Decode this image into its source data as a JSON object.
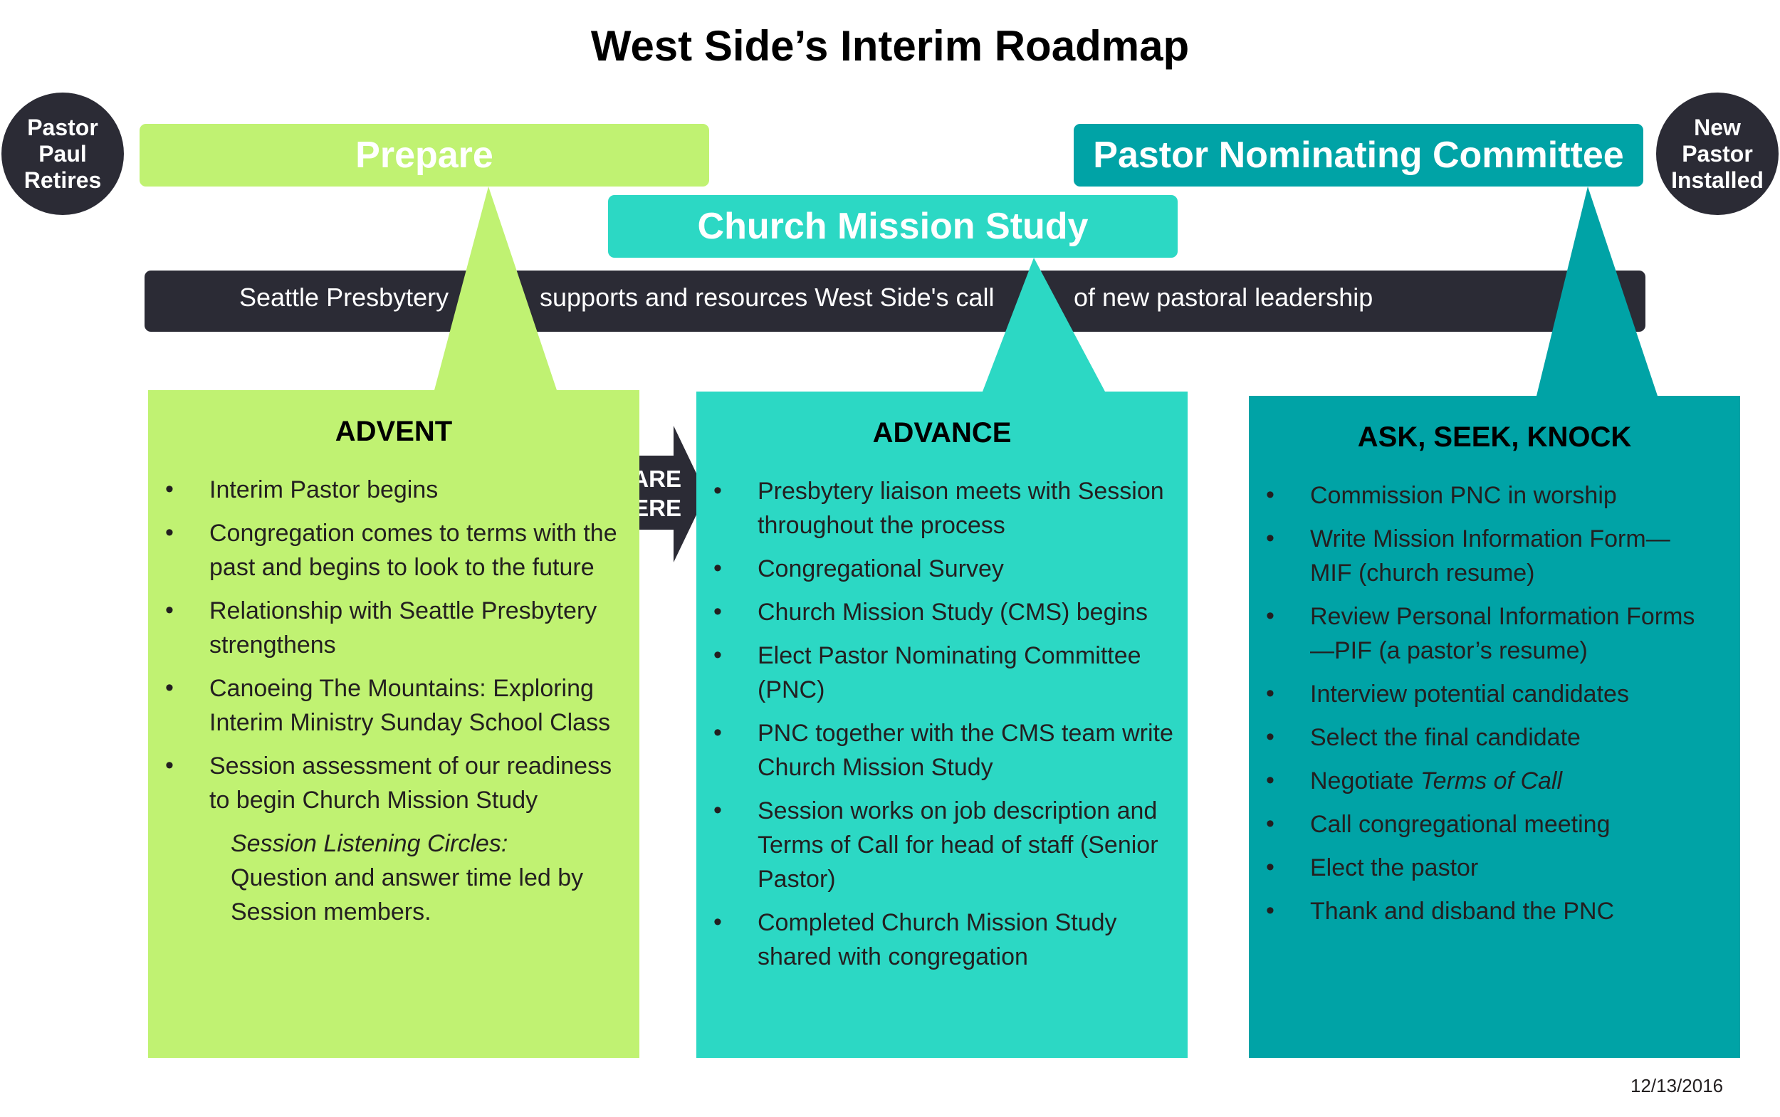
{
  "title": "West Side’s Interim Roadmap",
  "start_circle": {
    "lines": [
      "Pastor",
      "Paul",
      "Retires"
    ]
  },
  "end_circle": {
    "lines": [
      "New",
      "Pastor",
      "Installed"
    ]
  },
  "banners": {
    "prepare": "Prepare",
    "cms": "Church Mission Study",
    "pnc": "Pastor Nominating Committee"
  },
  "bar": {
    "part1": "Seattle Presbytery",
    "part2": "supports and resources  West Side's  call",
    "part3": "of  new pastoral leadership"
  },
  "marker": {
    "lines": [
      "WE ARE",
      "HERE"
    ]
  },
  "phases": [
    {
      "heading": "ADVENT",
      "items": [
        "Interim Pastor begins",
        "Congregation comes to terms with the past and begins to look to the future",
        "Relationship with Seattle Presbytery strengthens",
        "Canoeing The Mountains: Exploring Interim Ministry Sunday School Class",
        "Session assessment of our readiness to begin Church Mission Study"
      ],
      "note_italic": "Session Listening Circles:",
      "note_text": "Question and answer time led by Session members."
    },
    {
      "heading": "ADVANCE",
      "items": [
        "Presbytery liaison meets with Session throughout the process",
        "Congregational Survey",
        "Church Mission Study (CMS) begins",
        "Elect Pastor Nominating Committee (PNC)",
        "PNC together with the CMS team write Church Mission Study",
        "Session works on job description and Terms of Call for head of staff (Senior Pastor)",
        "Completed Church Mission Study shared with congregation"
      ]
    },
    {
      "heading": "ASK, SEEK, KNOCK",
      "items": [
        "Commission PNC in worship",
        "Write Mission Information Form—MIF (church resume)",
        "Review Personal Information Forms—PIF (a pastor’s resume)",
        "Interview potential candidates",
        "Select the final candidate",
        "Call congregational meeting",
        "Elect the pastor",
        "Thank and disband the PNC"
      ],
      "item_negotiate_prefix": "Negotiate ",
      "item_negotiate_italic": "Terms of Call"
    }
  ],
  "date": "12/13/2016",
  "colors": {
    "dark": "#2b2b35",
    "lime": "#c0f272",
    "aqua": "#2cd8c4",
    "teal": "#00a3a6"
  }
}
